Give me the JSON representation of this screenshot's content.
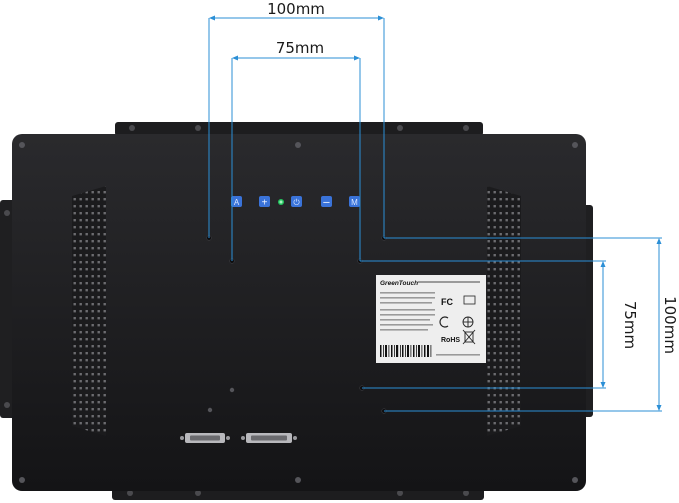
{
  "dimensions": {
    "outer_width": "100mm",
    "inner_width": "75mm",
    "inner_height": "75mm",
    "outer_height": "100mm"
  },
  "buttons": [
    {
      "name": "auto-button",
      "symbol": "A"
    },
    {
      "name": "plus-button",
      "symbol": "+"
    },
    {
      "name": "power-button",
      "symbol": "⏻"
    },
    {
      "name": "minus-button",
      "symbol": "−"
    },
    {
      "name": "menu-button",
      "symbol": "M"
    }
  ],
  "label": {
    "brand": "GreenTouch",
    "certs": [
      "FC",
      "RoHS"
    ]
  },
  "colors": {
    "dimension_line": "#2b8fd6",
    "monitor_body": "#1c1c1e",
    "button_blue": "#3a73d9",
    "indicator_green": "#22c55e"
  }
}
